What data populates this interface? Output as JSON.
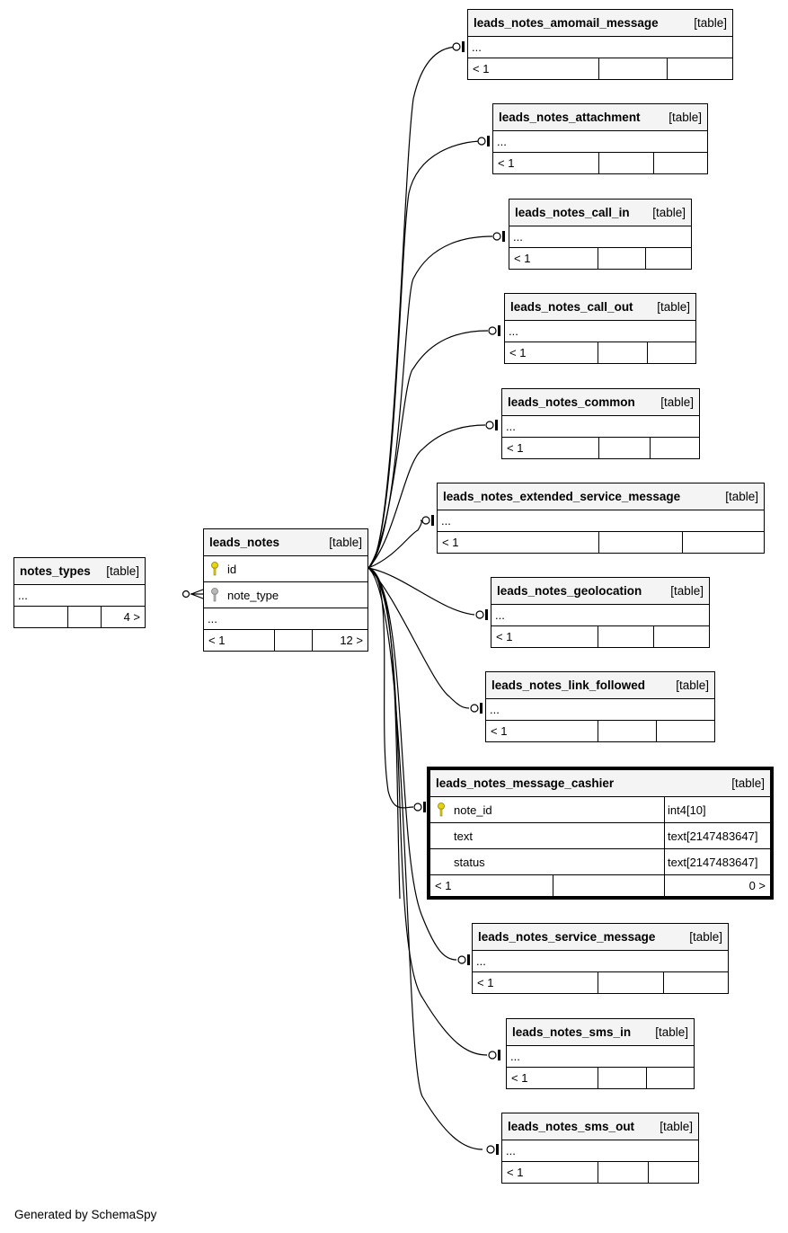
{
  "diagram": {
    "generator": "Generated by SchemaSpy",
    "colors": {
      "primary_key": "#e8d40c",
      "foreign_key": "#b8b8b8",
      "header_bg": "#f4f4f4"
    },
    "tables": {
      "notes_types": {
        "name": "notes_types",
        "kind": "[table]",
        "ellipsis": "...",
        "counts": [
          "",
          "",
          "4 >"
        ]
      },
      "leads_notes": {
        "name": "leads_notes",
        "kind": "[table]",
        "columns": [
          {
            "name": "id",
            "key": "primary"
          },
          {
            "name": "note_type",
            "key": "foreign"
          }
        ],
        "ellipsis": "...",
        "counts": [
          "< 1",
          "",
          "12 >"
        ]
      },
      "leads_notes_amomail_message": {
        "name": "leads_notes_amomail_message",
        "kind": "[table]",
        "ellipsis": "...",
        "counts": [
          "< 1",
          "",
          ""
        ]
      },
      "leads_notes_attachment": {
        "name": "leads_notes_attachment",
        "kind": "[table]",
        "ellipsis": "...",
        "counts": [
          "< 1",
          "",
          ""
        ]
      },
      "leads_notes_call_in": {
        "name": "leads_notes_call_in",
        "kind": "[table]",
        "ellipsis": "...",
        "counts": [
          "< 1",
          "",
          ""
        ]
      },
      "leads_notes_call_out": {
        "name": "leads_notes_call_out",
        "kind": "[table]",
        "ellipsis": "...",
        "counts": [
          "< 1",
          "",
          ""
        ]
      },
      "leads_notes_common": {
        "name": "leads_notes_common",
        "kind": "[table]",
        "ellipsis": "...",
        "counts": [
          "< 1",
          "",
          ""
        ]
      },
      "leads_notes_extended_service_message": {
        "name": "leads_notes_extended_service_message",
        "kind": "[table]",
        "ellipsis": "...",
        "counts": [
          "< 1",
          "",
          ""
        ]
      },
      "leads_notes_geolocation": {
        "name": "leads_notes_geolocation",
        "kind": "[table]",
        "ellipsis": "...",
        "counts": [
          "< 1",
          "",
          ""
        ]
      },
      "leads_notes_link_followed": {
        "name": "leads_notes_link_followed",
        "kind": "[table]",
        "ellipsis": "...",
        "counts": [
          "< 1",
          "",
          ""
        ]
      },
      "leads_notes_message_cashier": {
        "name": "leads_notes_message_cashier",
        "kind": "[table]",
        "columns": [
          {
            "name": "note_id",
            "type": "int4[10]",
            "key": "primary"
          },
          {
            "name": "text",
            "type": "text[2147483647]",
            "key": "none"
          },
          {
            "name": "status",
            "type": "text[2147483647]",
            "key": "none"
          }
        ],
        "counts": [
          "< 1",
          "",
          "0 >"
        ]
      },
      "leads_notes_service_message": {
        "name": "leads_notes_service_message",
        "kind": "[table]",
        "ellipsis": "...",
        "counts": [
          "< 1",
          "",
          ""
        ]
      },
      "leads_notes_sms_in": {
        "name": "leads_notes_sms_in",
        "kind": "[table]",
        "ellipsis": "...",
        "counts": [
          "< 1",
          "",
          ""
        ]
      },
      "leads_notes_sms_out": {
        "name": "leads_notes_sms_out",
        "kind": "[table]",
        "ellipsis": "...",
        "counts": [
          "< 1",
          "",
          ""
        ]
      }
    }
  }
}
